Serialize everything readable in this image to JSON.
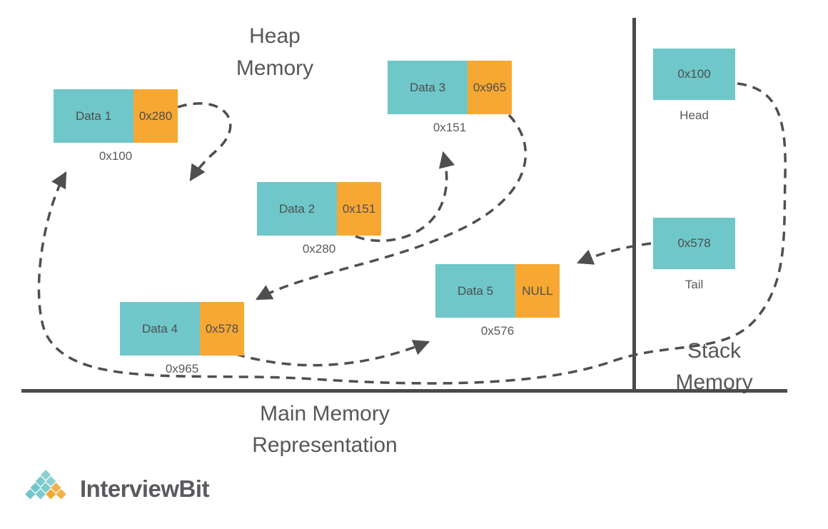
{
  "titles": {
    "heap": "Heap\nMemory",
    "stack": "Stack\nMemory",
    "main": "Main Memory\nRepresentation"
  },
  "nodes": [
    {
      "data": "Data 1",
      "pointer": "0x280",
      "address": "0x100"
    },
    {
      "data": "Data 2",
      "pointer": "0x151",
      "address": "0x280"
    },
    {
      "data": "Data 3",
      "pointer": "0x965",
      "address": "0x151"
    },
    {
      "data": "Data 4",
      "pointer": "0x578",
      "address": "0x965"
    },
    {
      "data": "Data 5",
      "pointer": "NULL",
      "address": "0x576"
    }
  ],
  "stack_refs": [
    {
      "value": "0x100",
      "label": "Head"
    },
    {
      "value": "0x578",
      "label": "Tail"
    }
  ],
  "logo": {
    "brand": "InterviewBit"
  },
  "colors": {
    "teal": "#6FC7C9",
    "orange": "#F7A832",
    "line": "#4A4A4A",
    "text": "#4D4D4F"
  }
}
